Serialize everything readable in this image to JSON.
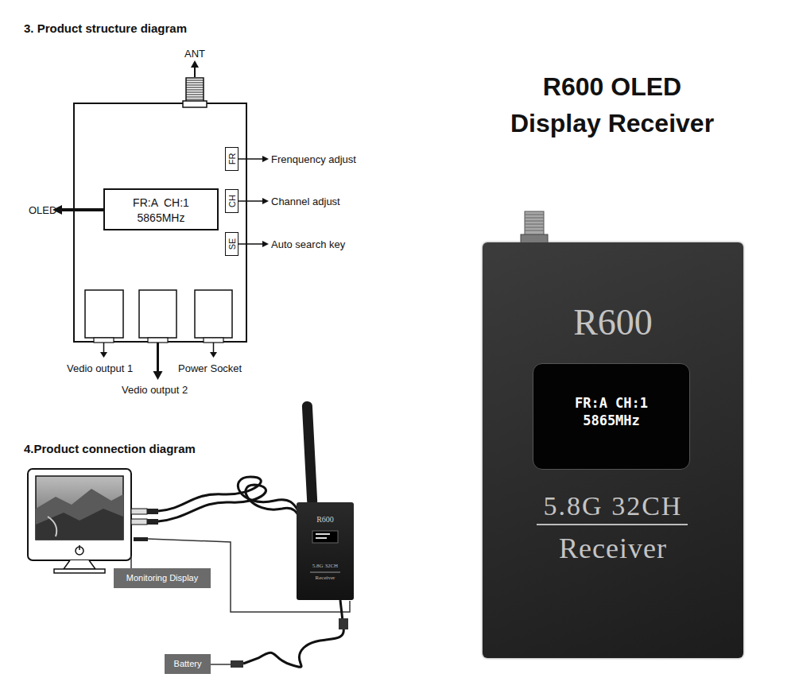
{
  "diagram": {
    "title": "R600 OLED Display Receiver",
    "nodes": [
      {
        "text": [
          "FR:A  CH:1",
          "5865MHz"
        ]
      },
      {
        "text": [
          "FR"
        ]
      },
      {
        "text": [
          "CH"
        ]
      },
      {
        "text": [
          "SE"
        ]
      },
      {
        "text": [
          "Monitoring Display"
        ]
      },
      {
        "text": [
          "Battery"
        ]
      },
      {
        "text": [
          "R600",
          "5.8G 32CH",
          "Receiver"
        ]
      },
      {
        "text": [
          "R600",
          "5.8G 32CH",
          "Receiver"
        ]
      },
      {
        "text": [
          "FR:A CH:1",
          "5865MHz"
        ],
        "in": 7
      }
    ],
    "labels": [
      "3. Product structure diagram",
      "ANT",
      "OLED",
      "Frenquency adjust",
      "Channel adjust",
      "Auto search key",
      "Vedio output 1",
      "Power Socket",
      "Vedio output 2",
      "4.Product connection diagram"
    ]
  }
}
